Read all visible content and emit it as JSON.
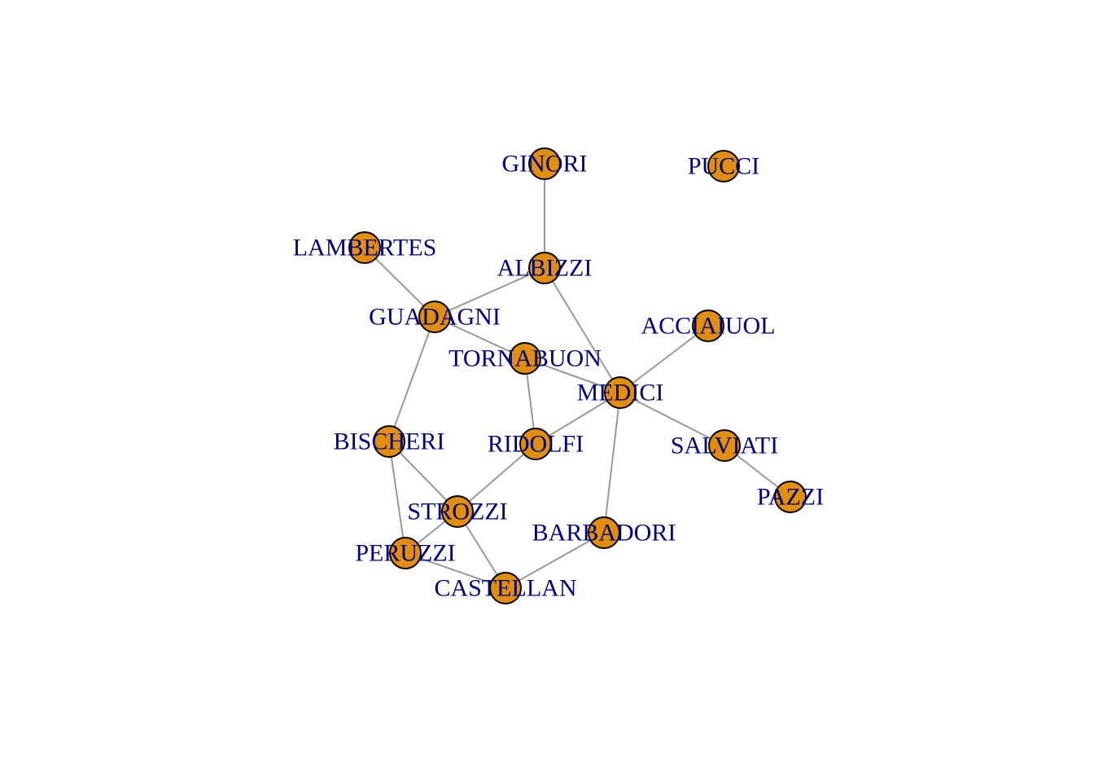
{
  "graph": {
    "node_color": "#E08E0B",
    "node_border_color": "#000000",
    "edge_color": "#999999",
    "label_color": "#000080",
    "nodes": [
      {
        "id": "ACCIAIUOL"
      },
      {
        "id": "ALBIZZI"
      },
      {
        "id": "BARBADORI"
      },
      {
        "id": "BISCHERI"
      },
      {
        "id": "CASTELLAN"
      },
      {
        "id": "GINORI"
      },
      {
        "id": "GUADAGNI"
      },
      {
        "id": "LAMBERTES"
      },
      {
        "id": "MEDICI"
      },
      {
        "id": "PAZZI"
      },
      {
        "id": "PERUZZI"
      },
      {
        "id": "PUCCI"
      },
      {
        "id": "RIDOLFI"
      },
      {
        "id": "SALVIATI"
      },
      {
        "id": "STROZZI"
      },
      {
        "id": "TORNABUON"
      }
    ],
    "edges": [
      [
        "GINORI",
        "ALBIZZI"
      ],
      [
        "ALBIZZI",
        "GUADAGNI"
      ],
      [
        "ALBIZZI",
        "MEDICI"
      ],
      [
        "LAMBERTES",
        "GUADAGNI"
      ],
      [
        "GUADAGNI",
        "TORNABUON"
      ],
      [
        "GUADAGNI",
        "BISCHERI"
      ],
      [
        "TORNABUON",
        "MEDICI"
      ],
      [
        "TORNABUON",
        "RIDOLFI"
      ],
      [
        "ACCIAIUOL",
        "MEDICI"
      ],
      [
        "MEDICI",
        "RIDOLFI"
      ],
      [
        "MEDICI",
        "SALVIATI"
      ],
      [
        "MEDICI",
        "BARBADORI"
      ],
      [
        "SALVIATI",
        "PAZZI"
      ],
      [
        "RIDOLFI",
        "STROZZI"
      ],
      [
        "BISCHERI",
        "STROZZI"
      ],
      [
        "BISCHERI",
        "PERUZZI"
      ],
      [
        "STROZZI",
        "PERUZZI"
      ],
      [
        "STROZZI",
        "CASTELLAN"
      ],
      [
        "PERUZZI",
        "CASTELLAN"
      ],
      [
        "BARBADORI",
        "CASTELLAN"
      ]
    ]
  }
}
